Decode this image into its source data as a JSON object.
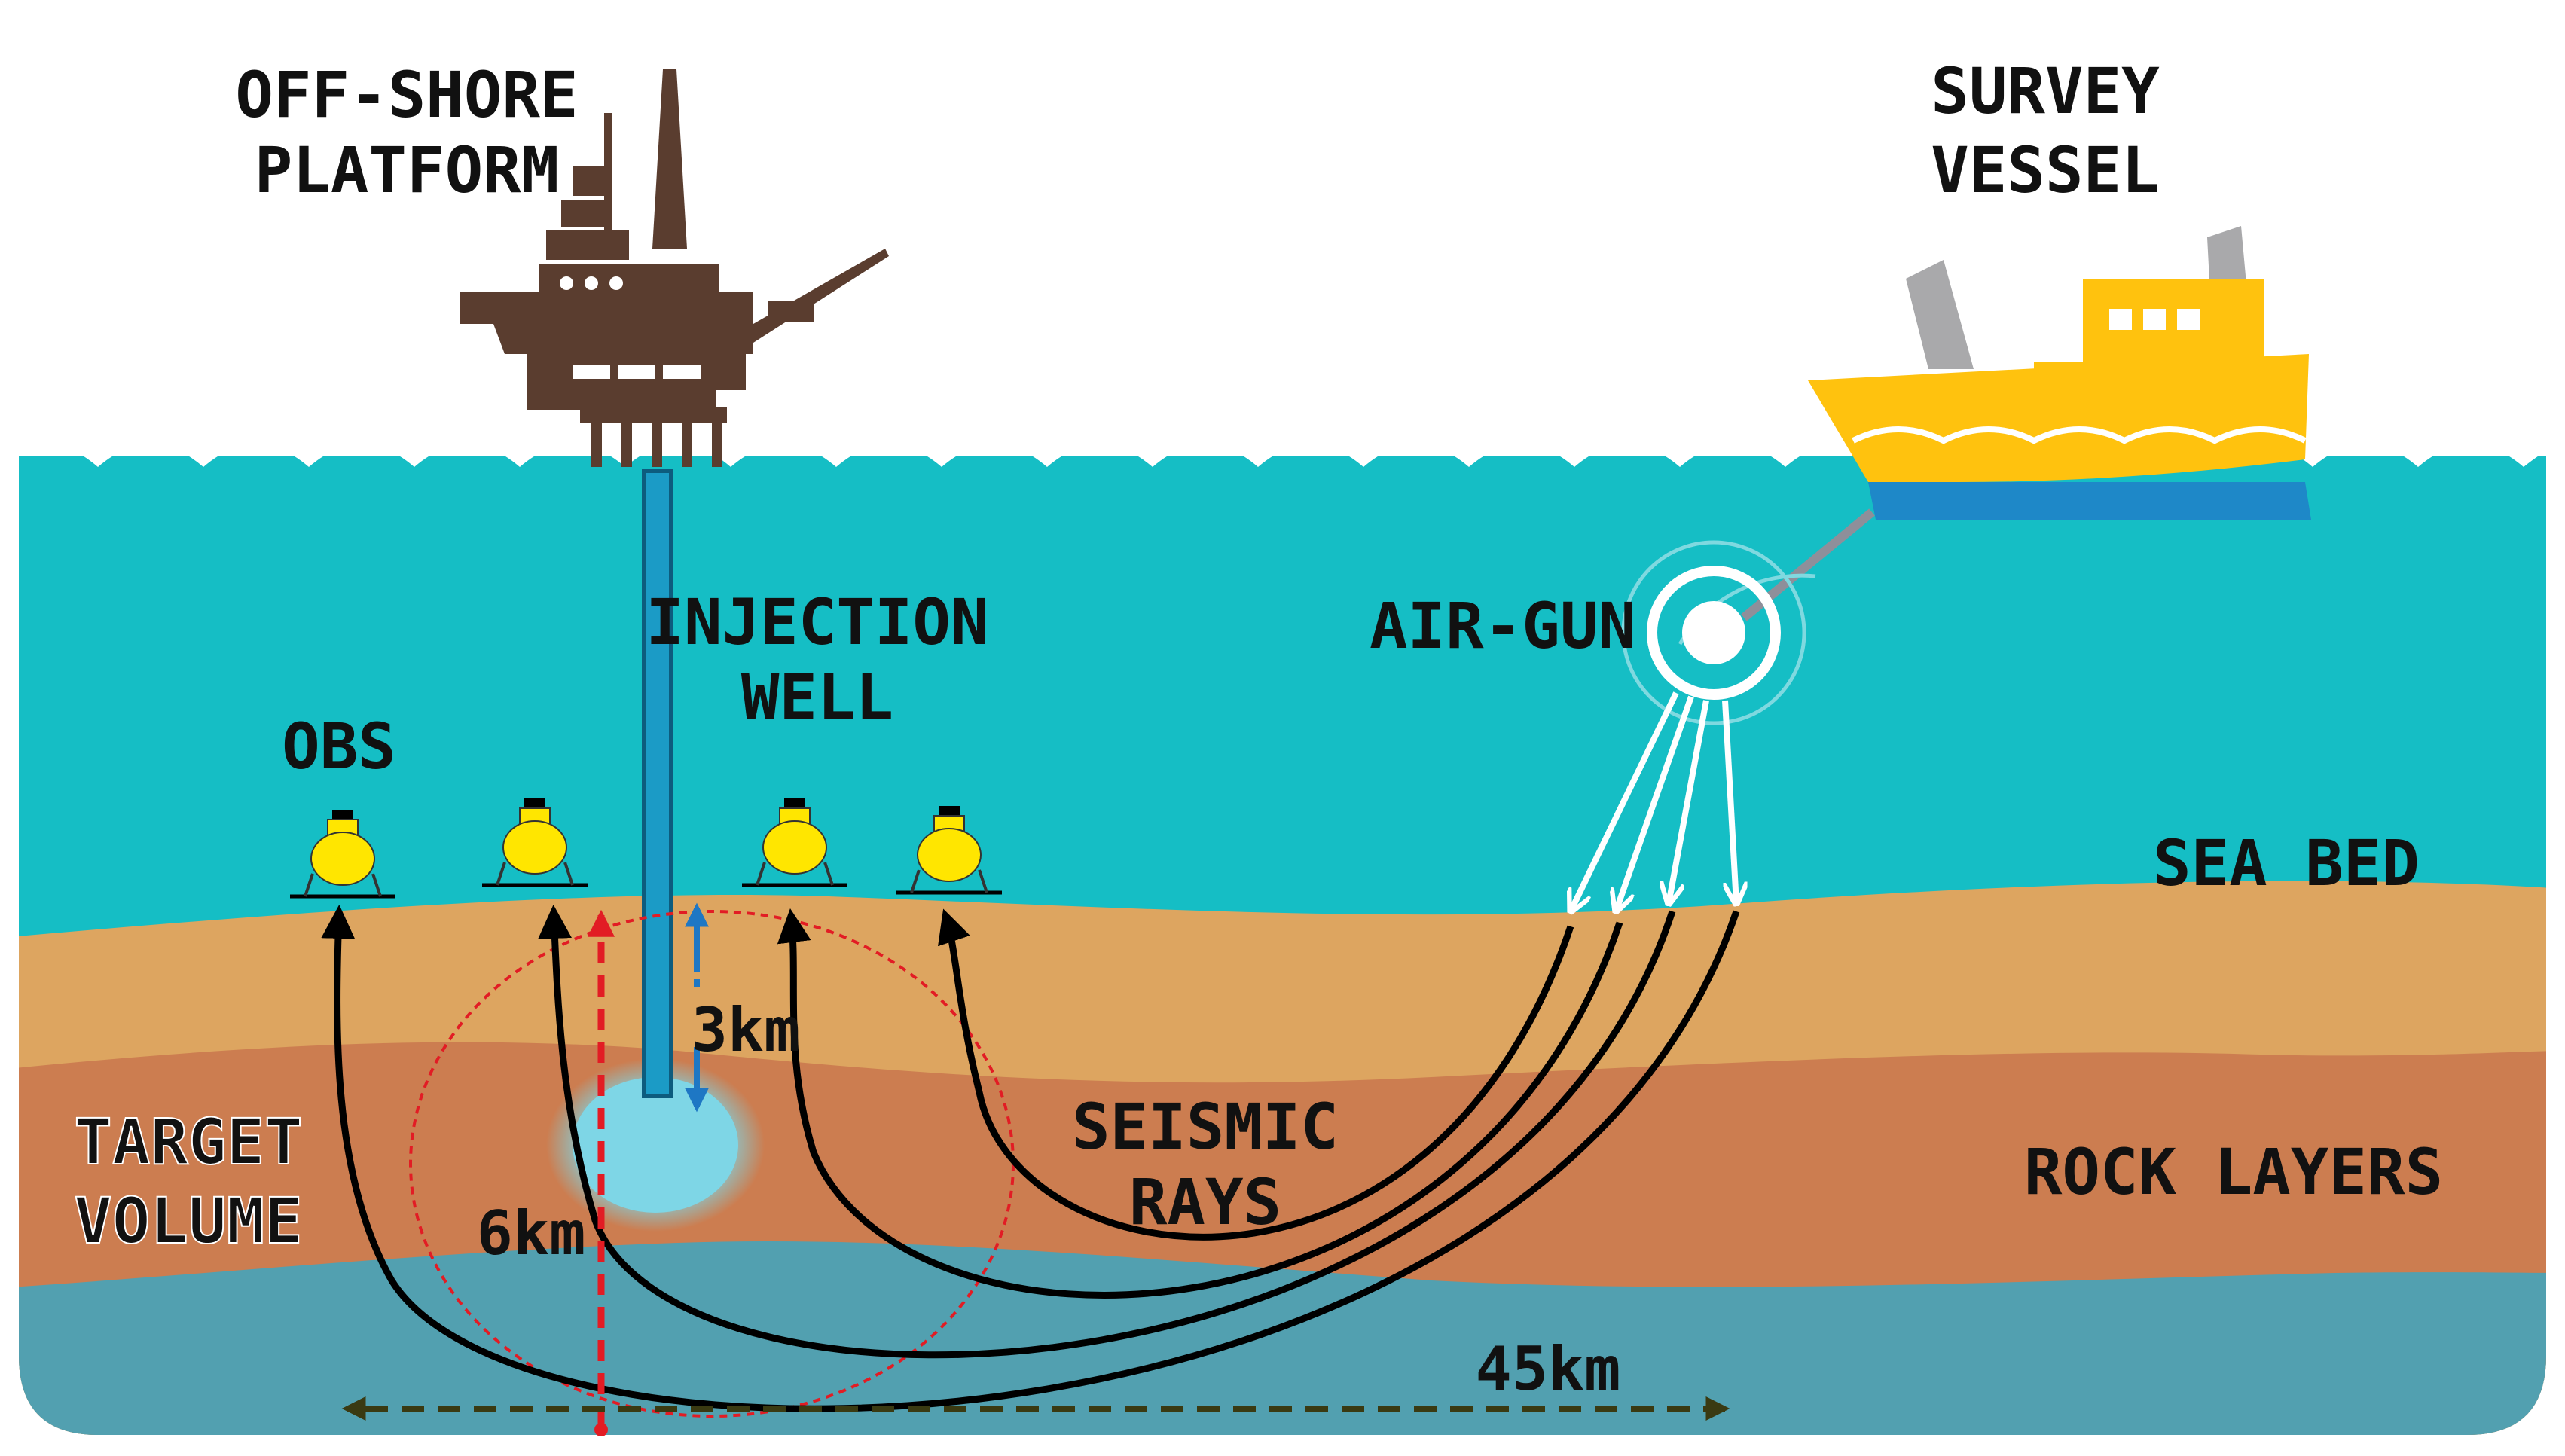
{
  "labels": {
    "platform": [
      "OFF-SHORE",
      "PLATFORM"
    ],
    "vessel": [
      "SURVEY",
      "VESSEL"
    ],
    "injection_well": [
      "INJECTION",
      "WELL"
    ],
    "air_gun": "AIR-GUN",
    "obs": "OBS",
    "sea_bed": "SEA BED",
    "seismic_rays": [
      "SEISMIC",
      "RAYS"
    ],
    "rock_layers": "ROCK LAYERS",
    "target_volume": [
      "TARGET",
      "VOLUME"
    ],
    "depth_3km": "3km",
    "depth_6km": "6km",
    "span_45km": "45km"
  },
  "colors": {
    "sea": "#15BEC5",
    "sand": "#DDA560",
    "rock": "#CC7D50",
    "deep": "#52A0B0",
    "platform": "#5A3D2F",
    "vessel": "#FFC20E",
    "obs": "#FFE600",
    "target_red": "#E21C24",
    "depth_blue": "#1E77C4",
    "span_dark": "#3A3A12"
  },
  "icons": [
    "offshore-platform-icon",
    "survey-vessel-icon",
    "air-gun-icon",
    "obs-device-icon"
  ]
}
